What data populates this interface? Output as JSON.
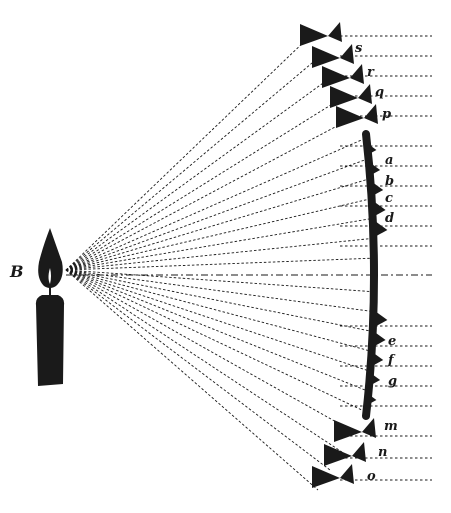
{
  "light_source": {
    "label": "B"
  },
  "points": [
    {
      "label": "s"
    },
    {
      "label": "r"
    },
    {
      "label": "q"
    },
    {
      "label": "p"
    },
    {
      "label": "a"
    },
    {
      "label": "b"
    },
    {
      "label": "c"
    },
    {
      "label": "d"
    },
    {
      "label": "e"
    },
    {
      "label": "f"
    },
    {
      "label": "g"
    },
    {
      "label": "m"
    },
    {
      "label": "n"
    },
    {
      "label": "o"
    }
  ],
  "colors": {
    "ink": "#1a1a1a",
    "paper": "#ffffff"
  }
}
